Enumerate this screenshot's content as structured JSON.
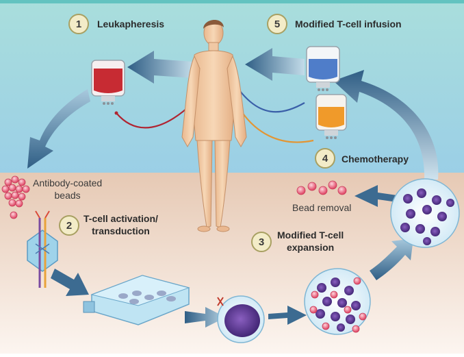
{
  "steps": [
    {
      "number": "1",
      "label": "Leukapheresis"
    },
    {
      "number": "2",
      "label": "T-cell activation/\ntransduction"
    },
    {
      "number": "3",
      "label": "Modified T-cell\nexpansion"
    },
    {
      "number": "4",
      "label": "Chemotherapy"
    },
    {
      "number": "5",
      "label": "Modified T-cell infusion"
    }
  ],
  "annotations": {
    "beads": "Antibody-coated\nbeads",
    "bead_removal": "Bead removal"
  },
  "colors": {
    "sky_top": "#a7dcdf",
    "sky_bottom": "#9fcfe6",
    "ground_top": "#e8cdb9",
    "ground_bottom": "#fbf3ee",
    "arrow": "#3f6f93",
    "bag_red": "#c8262f",
    "bag_blue": "#4f7fc8",
    "bag_orange": "#f09a2a",
    "skin": "#f2c9a0",
    "cell_purple": "#5b3d8f",
    "bead_pink": "#e8506e"
  }
}
